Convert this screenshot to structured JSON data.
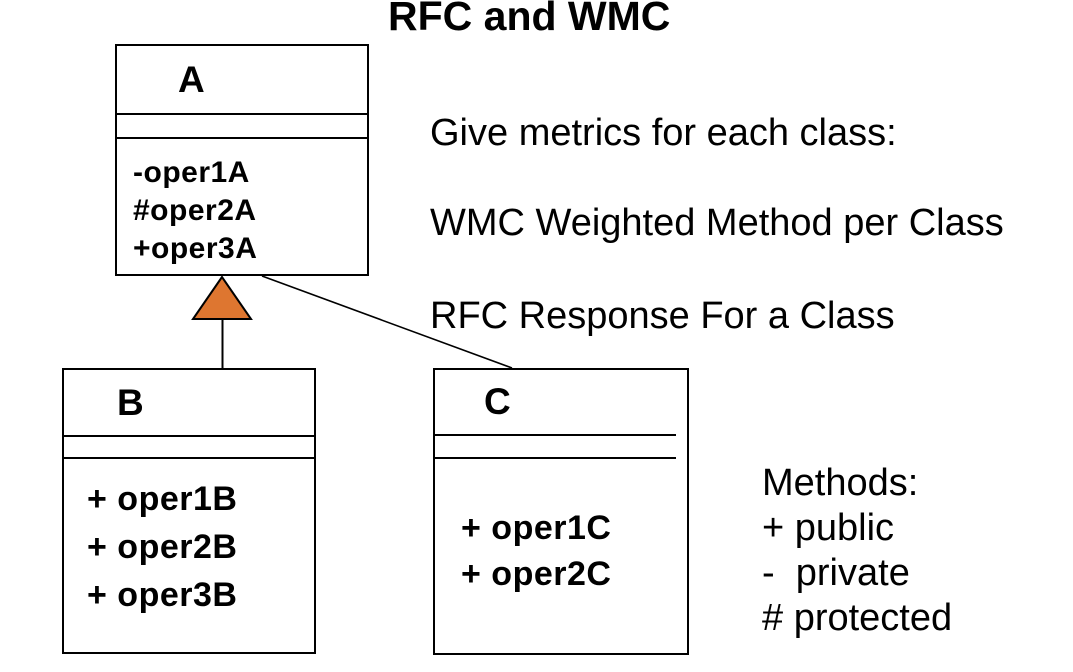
{
  "title": "RFC and WMC",
  "colors": {
    "background": "#FFFFFF",
    "line": "#000000",
    "text": "#000000",
    "inheritance_triangle_fill": "#DE7630"
  },
  "classes": {
    "a": {
      "name": "A",
      "members": [
        "-oper1A",
        "#oper2A",
        "+oper3A"
      ]
    },
    "b": {
      "name": "B",
      "members": [
        "+ oper1B",
        "+ oper2B",
        "+ oper3B"
      ]
    },
    "c": {
      "name": "C",
      "members": [
        "+ oper1C",
        "+ oper2C"
      ]
    }
  },
  "relationships": [
    {
      "type": "inheritance",
      "from": "B",
      "to": "A",
      "marker": "filled-triangle"
    },
    {
      "type": "association",
      "from": "A",
      "to": "C"
    }
  ],
  "notes": [
    "Give metrics for each class:",
    "WMC Weighted Method per Class",
    "RFC Response For a Class"
  ],
  "legend": {
    "heading": "Methods:",
    "items": [
      "+ public",
      "-  private",
      "# protected"
    ]
  }
}
